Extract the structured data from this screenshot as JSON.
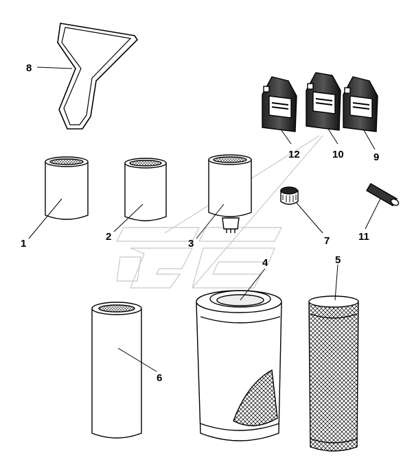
{
  "parts": [
    {
      "id": "1",
      "callout": "1"
    },
    {
      "id": "2",
      "callout": "2"
    },
    {
      "id": "3",
      "callout": "3"
    },
    {
      "id": "4",
      "callout": "4"
    },
    {
      "id": "5",
      "callout": "5"
    },
    {
      "id": "6",
      "callout": "6"
    },
    {
      "id": "7",
      "callout": "7"
    },
    {
      "id": "8",
      "callout": "8"
    },
    {
      "id": "9",
      "callout": "9"
    },
    {
      "id": "10",
      "callout": "10"
    },
    {
      "id": "11",
      "callout": "11"
    },
    {
      "id": "12",
      "callout": "12"
    }
  ]
}
